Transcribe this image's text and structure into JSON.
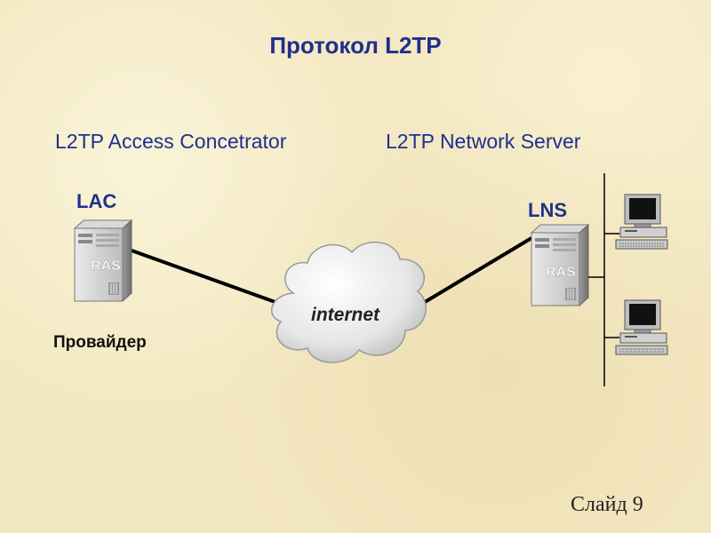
{
  "title": "Протокол L2TP",
  "left": {
    "heading": "L2TP Access Concetrator",
    "abbr": "LAC",
    "device_label": "RAS",
    "caption": "Провайдер"
  },
  "right": {
    "heading": "L2TP Network Server",
    "abbr": "LNS",
    "device_label": "RAS"
  },
  "cloud_label": "internet",
  "footer": "Слайд 9",
  "colors": {
    "heading": "#1f2f8f",
    "background": "#f3e7c0"
  }
}
